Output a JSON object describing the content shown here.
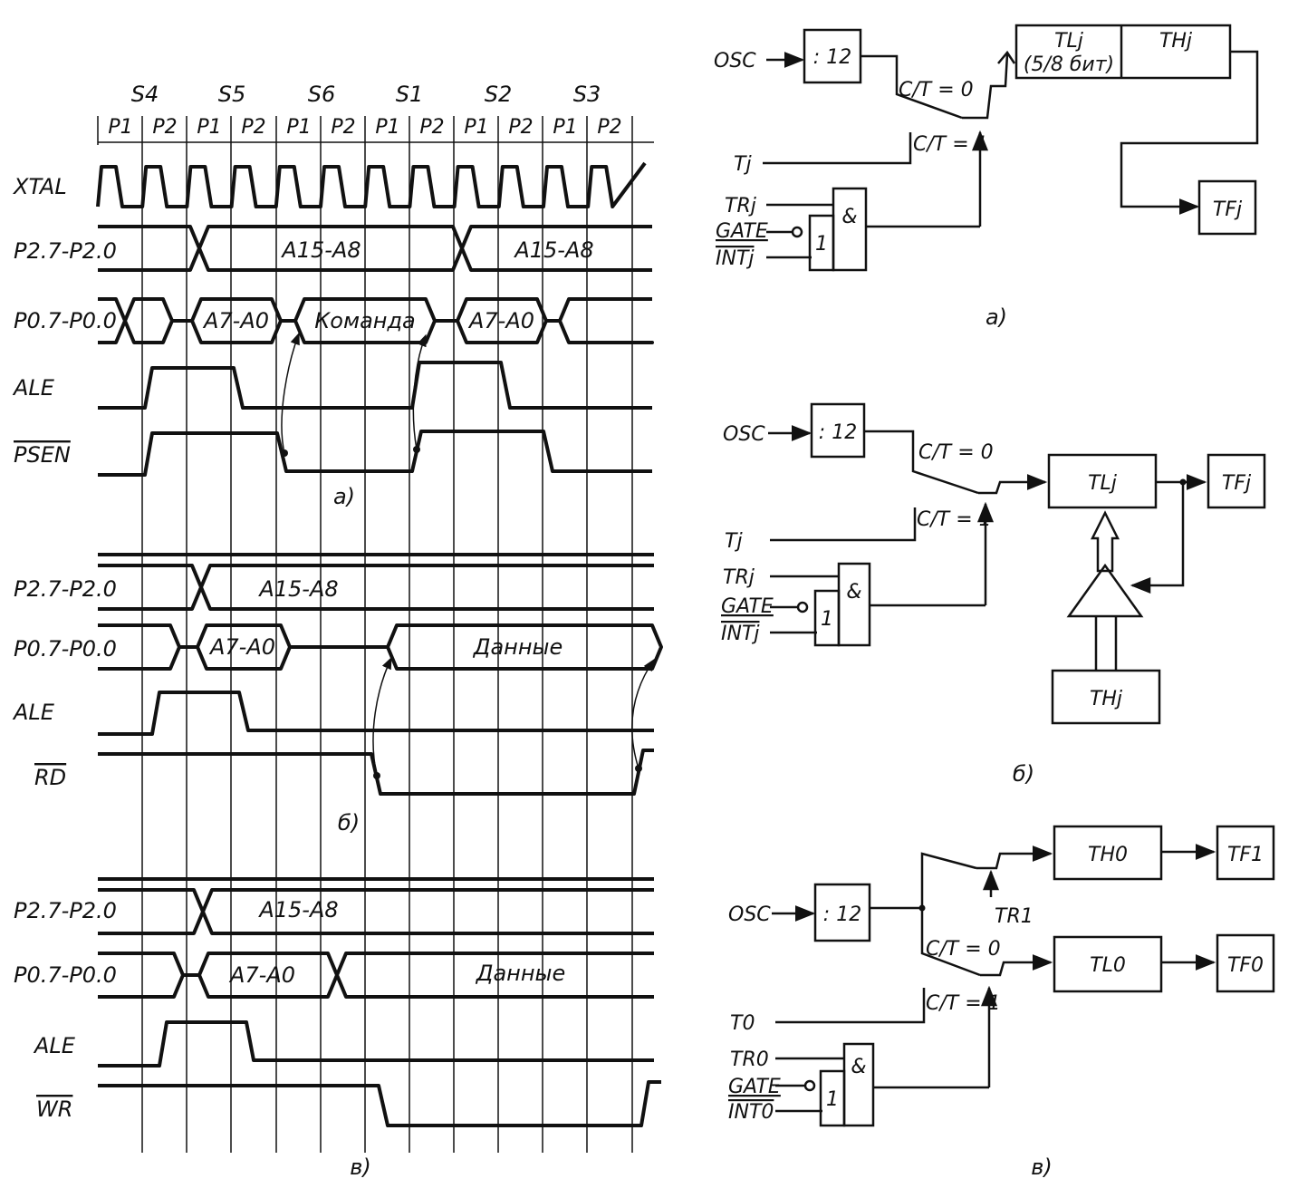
{
  "timing": {
    "states": [
      "S4",
      "S5",
      "S6",
      "S1",
      "S2",
      "S3"
    ],
    "phases": [
      "P1",
      "P2",
      "P1",
      "P2",
      "P1",
      "P2",
      "P1",
      "P2",
      "P1",
      "P2",
      "P1",
      "P2"
    ],
    "a": {
      "signals": {
        "xtal": "XTAL",
        "p2": "P2.7-P2.0",
        "p0": "P0.7-P0.0",
        "ale": "ALE",
        "psen": "PSEN"
      },
      "bus": {
        "p2_1": "A15-A8",
        "p2_2": "A15-A8",
        "p0_1": "A7-A0",
        "p0_2": "Команда",
        "p0_3": "A7-A0"
      },
      "caption": "а)"
    },
    "b": {
      "signals": {
        "p2": "P2.7-P2.0",
        "p0": "P0.7-P0.0",
        "ale": "ALE",
        "rd": "RD"
      },
      "bus": {
        "p2_1": "A15-A8",
        "p0_1": "A7-A0",
        "p0_2": "Данные"
      },
      "caption": "б)"
    },
    "c": {
      "signals": {
        "p2": "P2.7-P2.0",
        "p0": "P0.7-P0.0",
        "ale": "ALE",
        "wr": "WR"
      },
      "bus": {
        "p2_1": "A15-A8",
        "p0_1": "A7-A0",
        "p0_2": "Данные"
      },
      "caption": "в)"
    }
  },
  "blocks": {
    "a": {
      "osc": "OSC",
      "div": ": 12",
      "ct0": "C/T = 0",
      "ct1": "C/T = 1",
      "tj": "Tj",
      "trj": "TRj",
      "gate": "GATE",
      "intj": "INTj",
      "and": "&",
      "or": "1",
      "tlj": "TLj",
      "tlj_sub": "(5/8 бит)",
      "thj": "THj",
      "tfj": "TFj",
      "caption": "а)"
    },
    "b": {
      "osc": "OSC",
      "div": ": 12",
      "ct0": "C/T = 0",
      "ct1": "C/T = 1",
      "tj": "Tj",
      "trj": "TRj",
      "gate": "GATE",
      "intj": "INTj",
      "and": "&",
      "or": "1",
      "tlj": "TLj",
      "tfj": "TFj",
      "thj": "THj",
      "caption": "б)"
    },
    "c": {
      "osc": "OSC",
      "div": ": 12",
      "tr1": "TR1",
      "ct0": "C/T = 0",
      "ct1": "C/T = 1",
      "t0": "T0",
      "tr0": "TR0",
      "gate": "GATE",
      "int0": "INT0",
      "and": "&",
      "or": "1",
      "th0": "TH0",
      "tf1": "TF1",
      "tl0": "TL0",
      "tf0": "TF0",
      "caption": "в)"
    }
  }
}
